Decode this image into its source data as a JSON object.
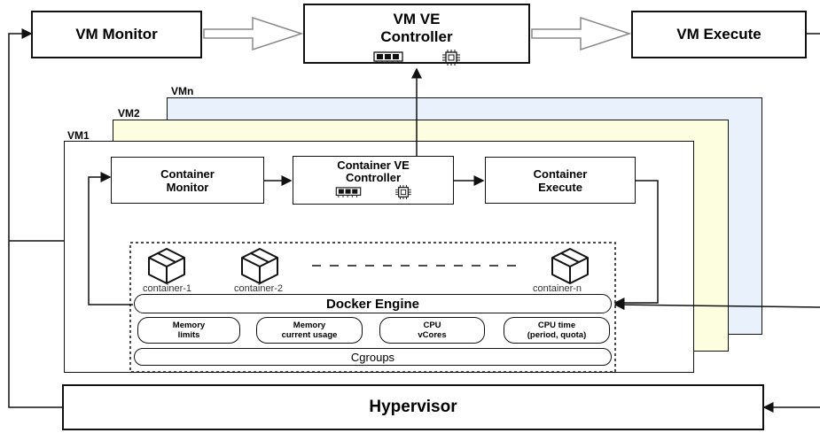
{
  "top": {
    "vm_monitor": "VM Monitor",
    "vm_ve_controller": [
      "VM VE",
      "Controller"
    ],
    "vm_execute": "VM Execute"
  },
  "vm_layers": {
    "vmn": "VMn",
    "vm2": "VM2",
    "vm1": "VM1"
  },
  "container_row": {
    "monitor": [
      "Container",
      "Monitor"
    ],
    "ve_controller": [
      "Container VE",
      "Controller"
    ],
    "execute": [
      "Container",
      "Execute"
    ]
  },
  "containers": {
    "c1": "container-1",
    "c2": "container-2",
    "cn": "container-n"
  },
  "docker_engine": "Docker Engine",
  "resources": {
    "mem_limits": [
      "Memory",
      "limits"
    ],
    "mem_usage": [
      "Memory",
      "current usage"
    ],
    "cpu_vcores": [
      "CPU",
      "vCores"
    ],
    "cpu_time": [
      "CPU time",
      "(period, quota)"
    ]
  },
  "cgroups": "Cgroups",
  "hypervisor": "Hypervisor",
  "colors": {
    "vmn_fill": "#e9f1fc",
    "vm2_fill": "#fdfde0",
    "vm1_fill": "#ffffff"
  }
}
